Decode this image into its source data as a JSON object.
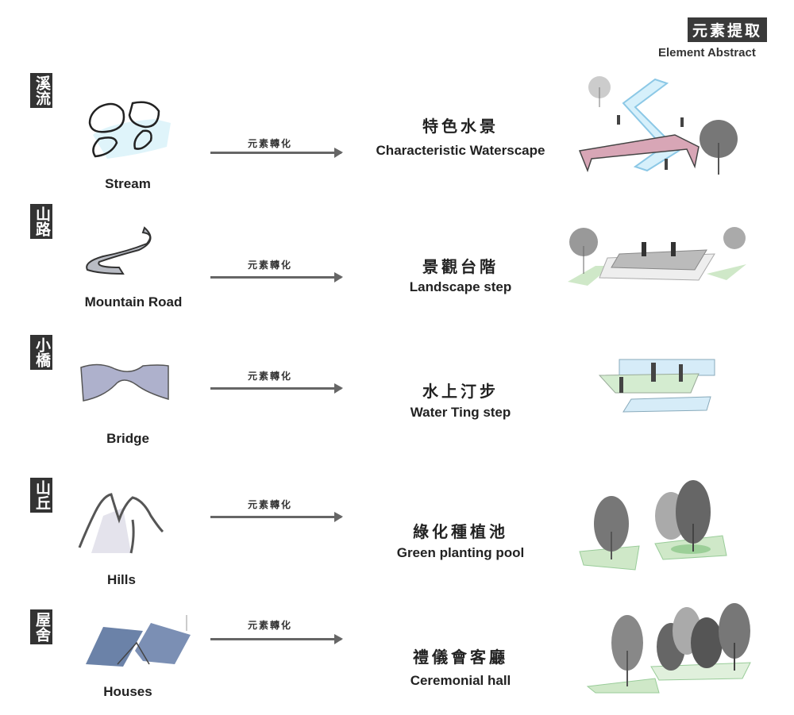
{
  "header": {
    "title_cn": "元素提取",
    "title_en": "Element Abstract"
  },
  "arrow_label": "元素轉化",
  "rows": [
    {
      "tag": "溪流",
      "element": "Stream",
      "result_cn": "特色水景",
      "result_en": "Characteristic Waterscape"
    },
    {
      "tag": "山路",
      "element": "Mountain Road",
      "result_cn": "景觀台階",
      "result_en": "Landscape step"
    },
    {
      "tag": "小橋",
      "element": "Bridge",
      "result_cn": "水上汀步",
      "result_en": "Water Ting step"
    },
    {
      "tag": "山丘",
      "element": "Hills",
      "result_cn": "綠化種植池",
      "result_en": "Green planting pool"
    },
    {
      "tag": "屋舍",
      "element": "Houses",
      "result_cn": "禮儀會客廳",
      "result_en": "Ceremonial hall"
    }
  ]
}
